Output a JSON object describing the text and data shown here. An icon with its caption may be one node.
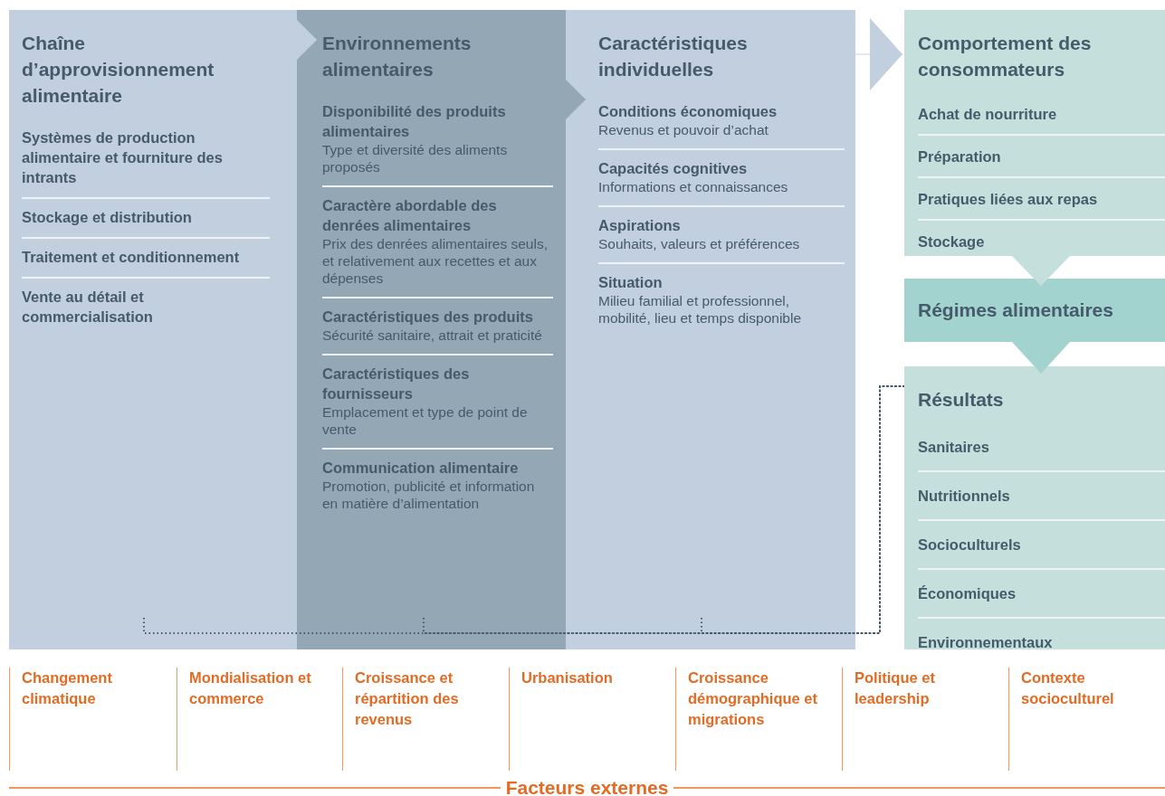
{
  "diagram": {
    "nodes": [
      {
        "text": [
          "Chaîne d’approvisionnement alimentaire"
        ]
      },
      {
        "text": [
          "Systèmes de production alimentaire et fourniture des intrants"
        ],
        "in": 0
      },
      {
        "text": [
          "Stockage et distribution"
        ],
        "in": 0
      },
      {
        "text": [
          "Traitement et conditionnement"
        ],
        "in": 0
      },
      {
        "text": [
          "Vente au détail et commercialisation"
        ],
        "in": 0
      },
      {
        "text": [
          "Environnements alimentaires"
        ]
      },
      {
        "text": [
          "Disponibilité des produits alimentaires",
          "Type et diversité des aliments proposés"
        ],
        "in": 5
      },
      {
        "text": [
          "Caractère abordable des denrées alimentaires",
          "Prix des denrées alimentaires seuls, et relativement aux recettes et aux dépenses"
        ],
        "in": 5
      },
      {
        "text": [
          "Caractéristiques des produits",
          "Sécurité sanitaire, attrait et praticité"
        ],
        "in": 5
      },
      {
        "text": [
          "Caractéristiques des fournisseurs",
          "Emplacement et type de point de vente"
        ],
        "in": 5
      },
      {
        "text": [
          "Communication alimentaire",
          "Promotion, publicité et information en matière d’alimentation"
        ],
        "in": 5
      },
      {
        "text": [
          "Caractéristiques individuelles"
        ]
      },
      {
        "text": [
          "Conditions économiques",
          "Revenus et pouvoir d’achat"
        ],
        "in": 11
      },
      {
        "text": [
          "Capacités cognitives",
          "Informations et connaissances"
        ],
        "in": 11
      },
      {
        "text": [
          "Aspirations",
          "Souhaits, valeurs et préférences"
        ],
        "in": 11
      },
      {
        "text": [
          "Situation",
          "Milieu familial et professionnel, mobilité, lieu et temps disponible"
        ],
        "in": 11
      },
      {
        "text": [
          "Comportement des consommateurs"
        ]
      },
      {
        "text": [
          "Achat de nourriture"
        ],
        "in": 16
      },
      {
        "text": [
          "Préparation"
        ],
        "in": 16
      },
      {
        "text": [
          "Pratiques liées aux repas"
        ],
        "in": 16
      },
      {
        "text": [
          "Stockage"
        ],
        "in": 16
      },
      {
        "text": [
          "Régimes alimentaires"
        ]
      },
      {
        "text": [
          "Résultats"
        ]
      },
      {
        "text": [
          "Sanitaires"
        ],
        "in": 22
      },
      {
        "text": [
          "Nutritionnels"
        ],
        "in": 22
      },
      {
        "text": [
          "Socioculturels"
        ],
        "in": 22
      },
      {
        "text": [
          "Économiques"
        ],
        "in": 22
      },
      {
        "text": [
          "Environnementaux"
        ],
        "in": 22
      }
    ],
    "edges": [
      {
        "from": 0,
        "to": 5,
        "arrow": "to",
        "color": "#c2cfdf"
      },
      {
        "from": 5,
        "to": 11,
        "arrow": "to",
        "color": "#94a7b4"
      },
      {
        "from": 11,
        "to": 16,
        "arrow": "to",
        "color": "#c2cfdf"
      },
      {
        "from": 16,
        "to": 21,
        "arrow": "to",
        "color": "#c5e0dc"
      },
      {
        "from": 21,
        "to": 22,
        "arrow": "to",
        "color": "#a3d3cf"
      },
      {
        "from": 0,
        "to": 22,
        "arrow": "none",
        "style": "dashed"
      },
      {
        "from": 5,
        "to": 22,
        "arrow": "none",
        "style": "dashed"
      },
      {
        "from": 11,
        "to": 22,
        "arrow": "none",
        "style": "dashed"
      }
    ],
    "labels": [
      "Changement climatique",
      "Mondialisation et commerce",
      "Croissance et répartition des revenus",
      "Urbanisation",
      "Croissance démographique et migrations",
      "Politique et leadership",
      "Contexte socioculturel",
      "Facteurs externes"
    ]
  }
}
